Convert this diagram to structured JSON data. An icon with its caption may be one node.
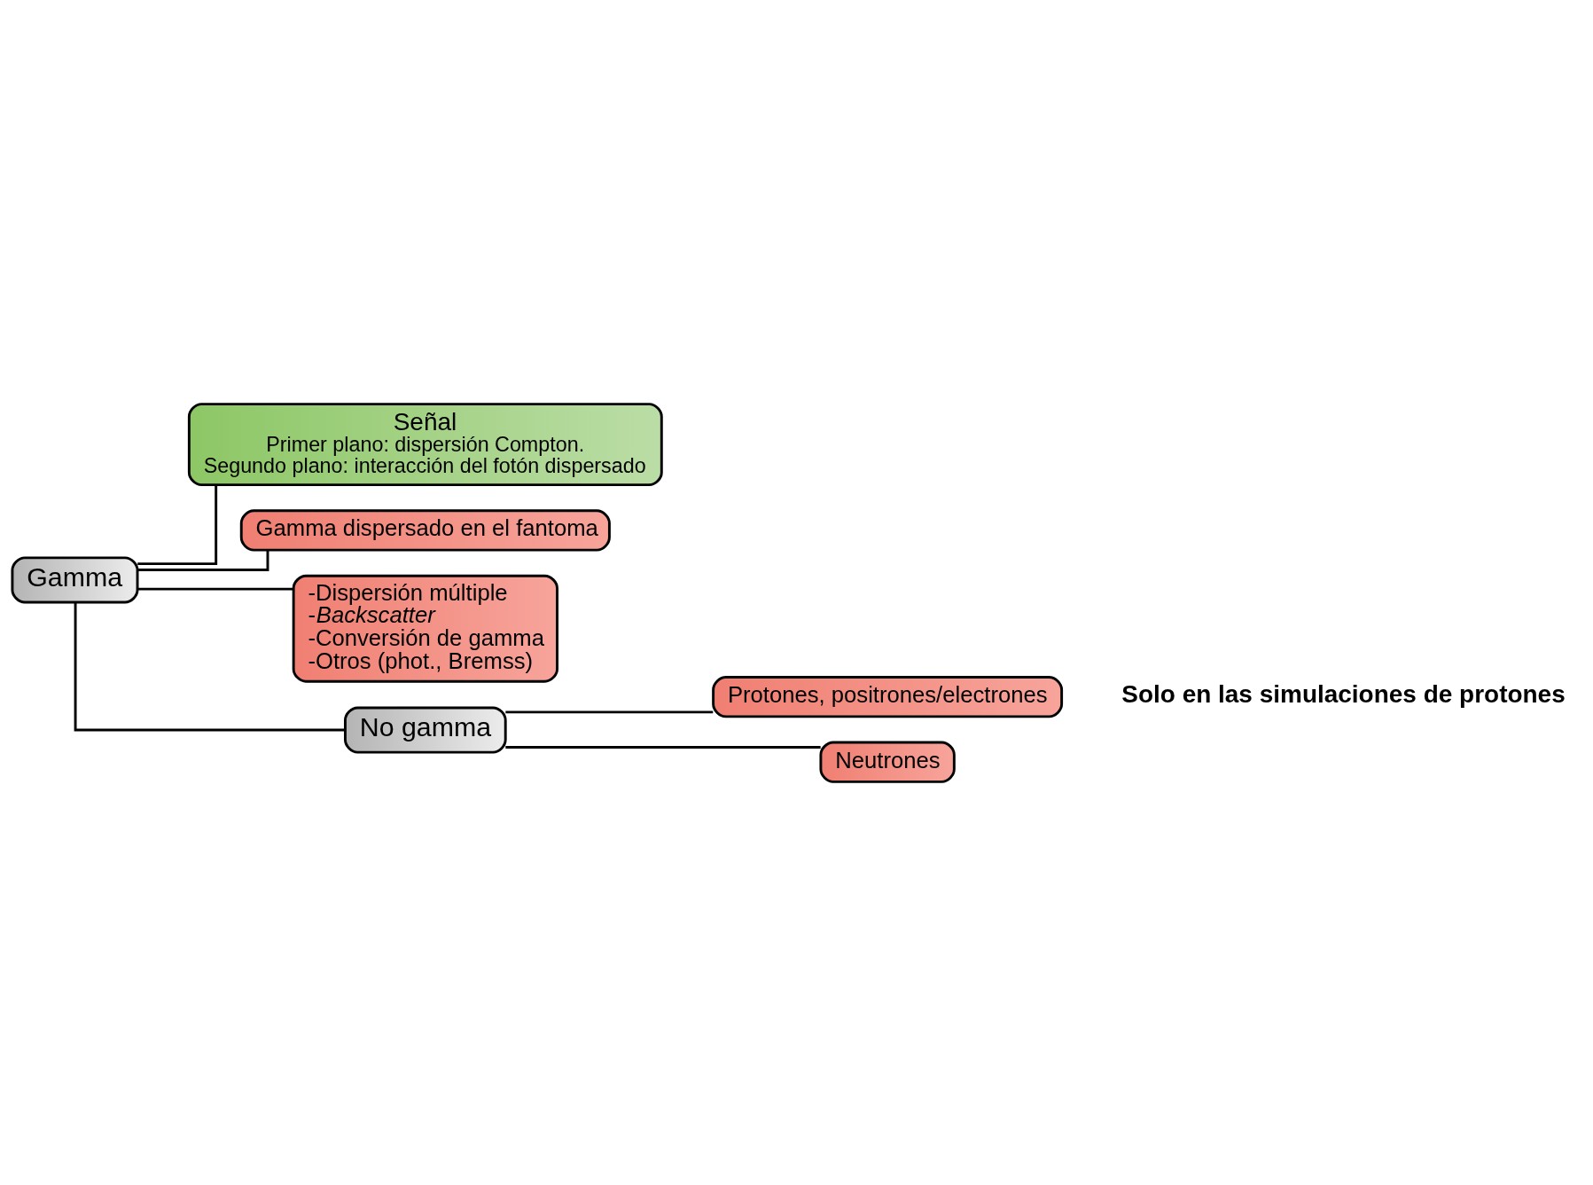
{
  "diagram": {
    "nodes": [
      {
        "text": [
          "Gamma"
        ]
      },
      {
        "text": [
          "Señal",
          "Primer plano: dispersión Compton.",
          "Segundo plano: interacción del fotón dispersado"
        ]
      },
      {
        "text": [
          "Gamma dispersado en el fantoma"
        ]
      },
      {
        "text": [
          "-Dispersión múltiple",
          "-*Backscatter*",
          "-Conversión de gamma",
          "-Otros (phot., Bremss)"
        ]
      },
      {
        "text": [
          "No gamma"
        ]
      },
      {
        "text": [
          "Protones, positrones/electrones"
        ]
      },
      {
        "text": [
          "Neutrones"
        ]
      }
    ],
    "edges": [
      {
        "from": 0,
        "to": 1,
        "arrow": "none"
      },
      {
        "from": 0,
        "to": 2,
        "arrow": "none"
      },
      {
        "from": 0,
        "to": 3,
        "arrow": "none"
      },
      {
        "from": 0,
        "to": 4,
        "arrow": "none"
      },
      {
        "from": 4,
        "to": 5,
        "arrow": "none"
      },
      {
        "from": 4,
        "to": 6,
        "arrow": "none"
      }
    ],
    "labels": [
      "Solo en las simulaciones de protones"
    ]
  }
}
